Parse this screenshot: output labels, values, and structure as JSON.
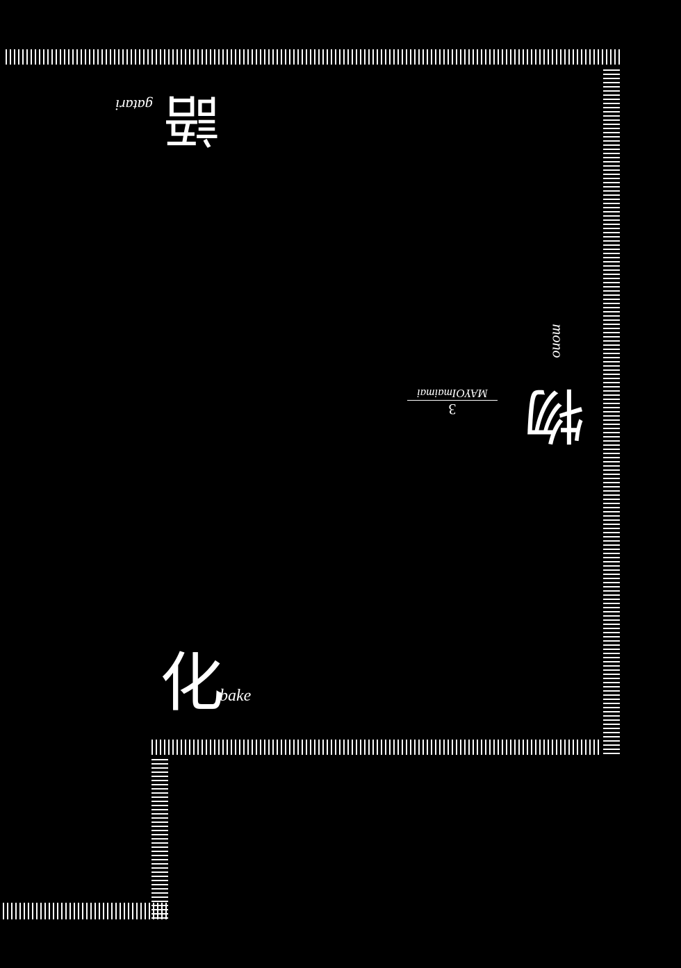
{
  "colors": {
    "background": "#000000",
    "foreground": "#ffffff"
  },
  "title_glyphs": {
    "bake": {
      "kanji": "化",
      "romaji": "bake"
    },
    "mono": {
      "kanji": "物",
      "romaji": "mono"
    },
    "gatari": {
      "kanji": "語",
      "romaji": "gatari"
    }
  },
  "subtitle": {
    "title": "MAYOImaimai",
    "number": "3"
  }
}
